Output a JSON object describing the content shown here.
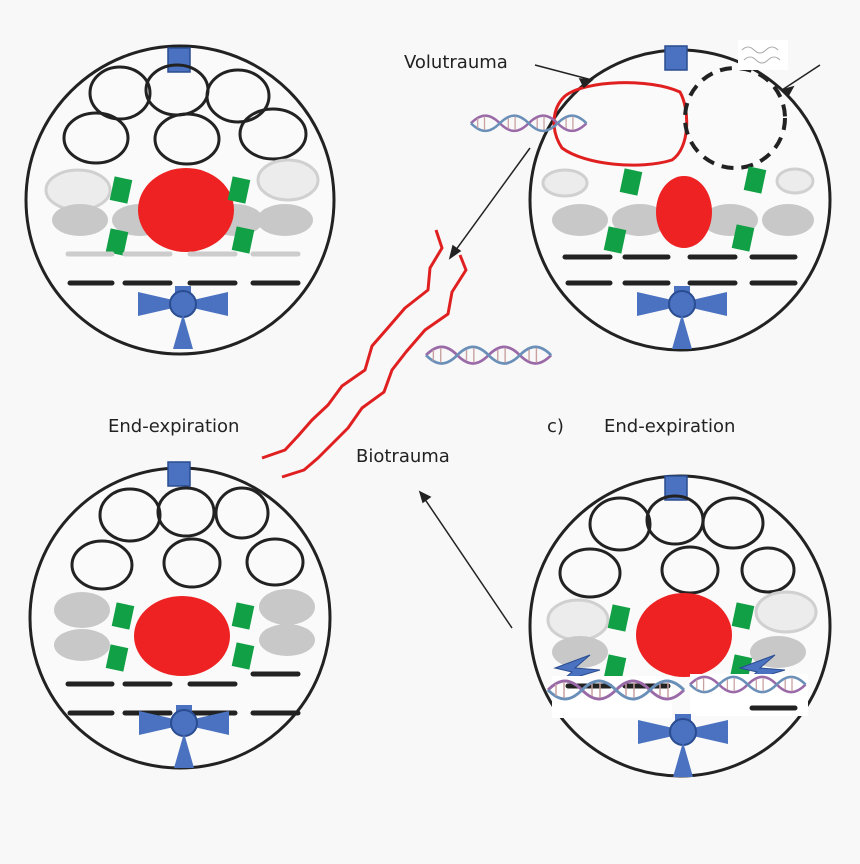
{
  "labels": {
    "volutrauma": "Volutrauma",
    "biotrauma": "Biotrauma",
    "end_expiration_left": "End-expiration",
    "panel_c_marker": "c)",
    "end_expiration_right": "End-expiration"
  },
  "colors": {
    "background": "#f8f8f8",
    "outline": "#222222",
    "nucleus": "#ee2222",
    "junction": "#11a045",
    "receptor": "#4a72c0",
    "faded_cell": "#c8c8c8",
    "damage_line": "#e02020"
  },
  "icons": [
    "dna-helix-icon",
    "receptor-icon",
    "square-marker-icon"
  ]
}
